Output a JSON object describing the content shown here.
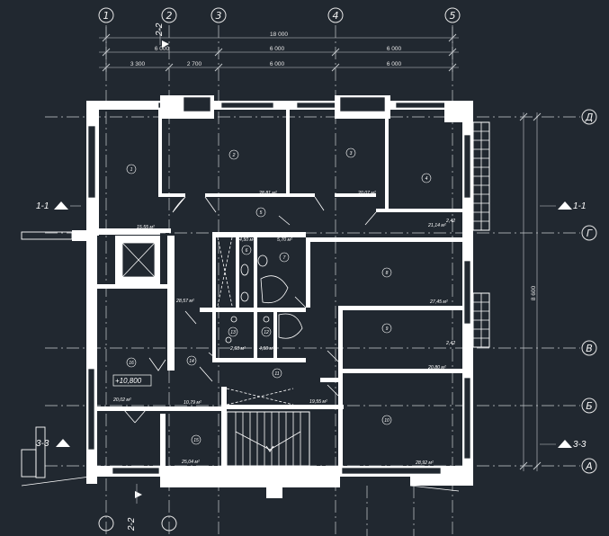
{
  "axes": {
    "vertical": [
      "1",
      "2",
      "3",
      "4",
      "5"
    ],
    "horizontal": [
      "Д",
      "Г",
      "В",
      "Б",
      "А"
    ]
  },
  "dimensions": {
    "overall": "18 000",
    "row2": [
      "6 000",
      "6 000",
      "6 000"
    ],
    "row3": [
      "3 300",
      "2 700",
      "6 000",
      "6 000"
    ],
    "vertical": "8 600"
  },
  "sections": {
    "s11": "1-1",
    "s22": "2-2",
    "s33": "3-3"
  },
  "level": "+10,800",
  "rooms": [
    {
      "num": "1",
      "area": "15,55 м²"
    },
    {
      "num": "2",
      "area": "28,81 м²"
    },
    {
      "num": "3",
      "area": "20,07 м²"
    },
    {
      "num": "4",
      "area": "21,14 м²"
    },
    {
      "num": "5",
      "area": "28,57 м²"
    },
    {
      "num": "6",
      "area": "4,50 м²"
    },
    {
      "num": "7",
      "area": "5,70 м²"
    },
    {
      "num": "8",
      "area": "27,45 м²"
    },
    {
      "num": "9",
      "area": "20,80 м²"
    },
    {
      "num": "10",
      "area": "28,92 м²"
    },
    {
      "num": "11",
      "area": "19,55 м²"
    },
    {
      "num": "12",
      "area": "4,50 м²"
    },
    {
      "num": "13",
      "area": "2,98 м²"
    },
    {
      "num": "14",
      "area": "10,79 м²"
    },
    {
      "num": "15",
      "area": "25,04 м²"
    },
    {
      "num": "16",
      "area": "20,02 м²"
    }
  ],
  "loggias": [
    "2,42",
    "2,42"
  ]
}
